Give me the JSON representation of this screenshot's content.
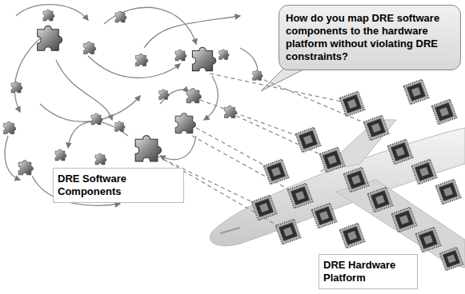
{
  "diagram": {
    "nodes": [
      {
        "text": [
          "How do you map DRE software components to the hardware platform without violating DRE constraints?"
        ]
      },
      {
        "text": [
          "DRE Software Components"
        ]
      },
      {
        "text": [
          "DRE Hardware Platform"
        ]
      }
    ]
  }
}
